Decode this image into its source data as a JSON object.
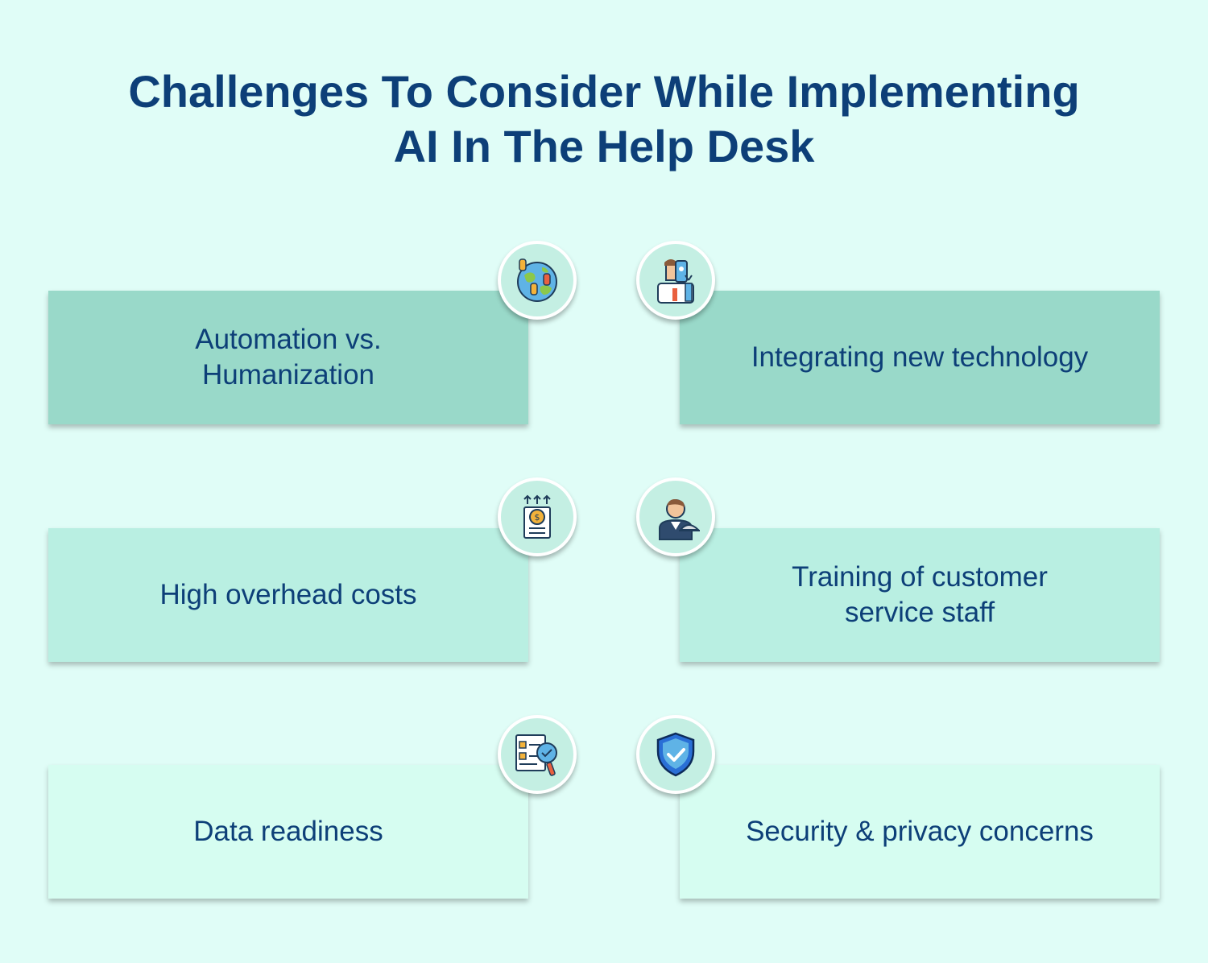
{
  "title": {
    "line1": "Challenges To Consider While Implementing",
    "line2": "AI In The Help Desk"
  },
  "cards": [
    {
      "label": "Automation vs.\nHumanization",
      "icon": "globe-people-icon"
    },
    {
      "label": "Integrating new technology",
      "icon": "human-robot-icon"
    },
    {
      "label": "High overhead costs",
      "icon": "cost-report-icon"
    },
    {
      "label": "Training of customer\nservice staff",
      "icon": "waiter-staff-icon"
    },
    {
      "label": "Data readiness",
      "icon": "data-checklist-icon"
    },
    {
      "label": "Security & privacy concerns",
      "icon": "security-shield-icon"
    }
  ],
  "colors": {
    "background": "#e0fdf7",
    "title": "#0d3f78",
    "row1": "#99d9c9",
    "row2": "#b9efe2",
    "row3": "#d6fdf1"
  }
}
